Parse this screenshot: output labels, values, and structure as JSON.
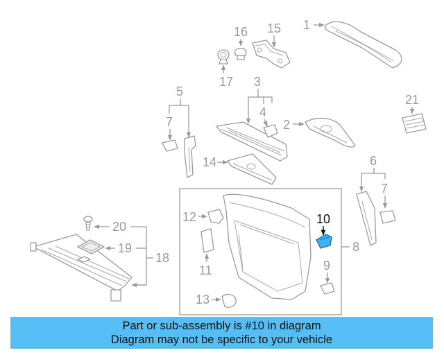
{
  "callouts": {
    "c1": "1",
    "c2": "2",
    "c3": "3",
    "c4": "4",
    "c5": "5",
    "c6": "6",
    "c7a": "7",
    "c7b": "7",
    "c8": "8",
    "c9": "9",
    "c10": "10",
    "c11": "11",
    "c12": "12",
    "c13": "13",
    "c14": "14",
    "c15": "15",
    "c16": "16",
    "c17": "17",
    "c18": "18",
    "c19": "19",
    "c20": "20",
    "c21": "21"
  },
  "highlight": {
    "part_number": "10",
    "color": "#3db4ef"
  },
  "banner": {
    "line1": "Part or sub-assembly is #10 in diagram",
    "line2": "Diagram may not be specific to your vehicle",
    "background": "#56bdf5"
  }
}
